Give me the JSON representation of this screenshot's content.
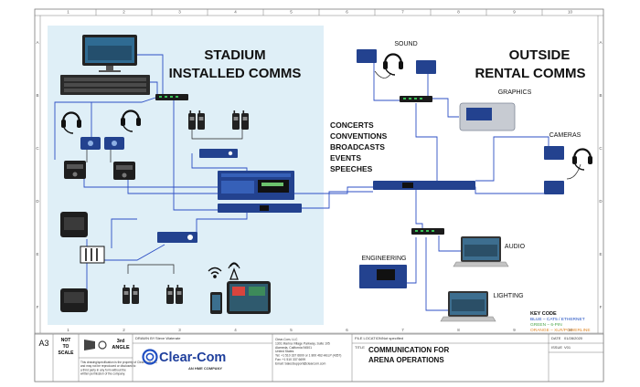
{
  "colors": {
    "stadium_bg": "#dfeff7",
    "device_blue": "#23428f",
    "ethernet_line": "#2d4fc4",
    "accent_orange": "#d7891e",
    "frame": "#7a7a7a",
    "key_blue": "#1f4ec2",
    "key_green": "#4ba64a",
    "key_orange": "#e0892a",
    "key_black": "#111111"
  },
  "grid": {
    "columns": [
      "1",
      "2",
      "3",
      "4",
      "5",
      "6",
      "7",
      "8",
      "9",
      "10"
    ],
    "rows": [
      "A",
      "B",
      "C",
      "D",
      "E",
      "F"
    ]
  },
  "headings": {
    "stadium_line1": "STADIUM",
    "stadium_line2": "INSTALLED COMMS",
    "outside_line1": "OUTSIDE",
    "outside_line2": "RENTAL COMMS",
    "events": [
      "CONCERTS",
      "CONVENTIONS",
      "BROADCASTS",
      "EVENTS",
      "SPEECHES"
    ]
  },
  "labels": {
    "sound": "SOUND",
    "graphics": "GRAPHICS",
    "cameras": "CAMERAS",
    "engineering": "ENGINEERING",
    "audio": "AUDIO",
    "lighting": "LIGHTING"
  },
  "icons": [
    "monitor-icon",
    "rack-server-icon",
    "ethernet-switch-icon",
    "headset-icon",
    "beltpack-icon",
    "wireless-transceiver-icon",
    "radio-icon",
    "matrix-frame-icon",
    "interface-panel-icon",
    "keypanel-icon",
    "laptop-icon",
    "phone-icon",
    "tablet-icon",
    "wifi-icon",
    "antenna-icon"
  ],
  "key_code": {
    "title": "KEY CODE",
    "entries": [
      {
        "text": "BLUE – CAT5 / ETHERNET",
        "color": "#1f4ec2"
      },
      {
        "text": "GREEN – 6-PIN",
        "color": "#4ba64a"
      },
      {
        "text": "ORANGE – XLR/POWERLINE",
        "color": "#e0892a"
      },
      {
        "text": "BLACK – 4-WIRE",
        "color": "#111111"
      }
    ]
  },
  "title_block": {
    "sheet_size": "A3",
    "scale_line1": "NOT",
    "scale_line2": "TO",
    "scale_line3": "SCALE",
    "angle_line1": "3rd",
    "angle_line2": "ANGLE",
    "disclaimer": "This drawing/specification is the property of Clear-Com LLC and may not be reproduced or disclosed to a third party in any form without the written permission of the company.",
    "drawn_by_label": "DRAWN BY",
    "drawn_by_value": "Steve Waterate",
    "company_name": "Clear-Com",
    "company_tagline": "AN HME COMPANY",
    "address_lines": [
      "Clear-Com, LLC",
      "1301 Marina Village Parkway, Suite 105",
      "Alameda, California 94501",
      "United States",
      "Tel: +1 510 337 6600 or 1 800 462-HELP (4357)",
      "Fax: +1 510 337 6699",
      "Email: SalesSupport@clearcom.com"
    ],
    "file_location_label": "FILE LOCATION",
    "file_location_value": "Not specified",
    "title_label": "TITLE",
    "title_line1": "COMMUNICATION FOR",
    "title_line2": "ARENA OPERATIONS",
    "date_label": "DATE",
    "date_value": "01/28/2020",
    "issue_label": "ISSUE",
    "issue_value": "V01"
  }
}
